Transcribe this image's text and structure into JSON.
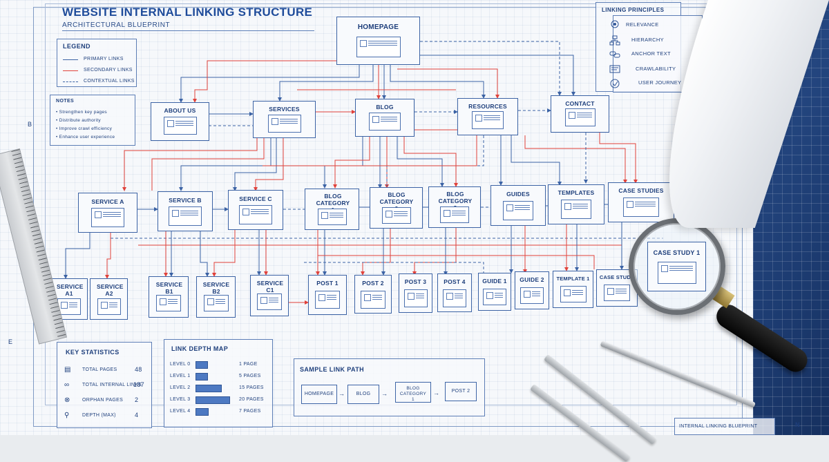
{
  "title": "WEBSITE INTERNAL LINKING STRUCTURE",
  "subtitle": "ARCHITECTURAL BLUEPRINT",
  "legend": {
    "title": "LEGEND",
    "items": [
      "PRIMARY LINKS",
      "SECONDARY LINKS",
      "CONTEXTUAL LINKS"
    ],
    "colors": {
      "primary": "#3b62a4",
      "secondary": "#e0413a",
      "contextual": "#3b62a4"
    }
  },
  "notes": {
    "title": "NOTES",
    "items": [
      "• Strengthen key pages",
      "• Distribute authority",
      "• Improve crawl efficiency",
      "• Enhance user experience"
    ]
  },
  "principles": {
    "title": "LINKING PRINCIPLES",
    "items": [
      {
        "icon": "target-icon",
        "label": "RELEVANCE"
      },
      {
        "icon": "hierarchy-icon",
        "label": "HIERARCHY"
      },
      {
        "icon": "link-icon",
        "label": "ANCHOR TEXT"
      },
      {
        "icon": "crawl-icon",
        "label": "CRAWLABILITY"
      },
      {
        "icon": "journey-icon",
        "label": "USER JOURNEY"
      }
    ]
  },
  "nodes": {
    "homepage": "HOMEPAGE",
    "about": "ABOUT US",
    "services": "SERVICES",
    "blog": "BLOG",
    "resources": "RESOURCES",
    "contact": "CONTACT",
    "service_a": "SERVICE A",
    "service_b": "SERVICE B",
    "service_c": "SERVICE C",
    "blog_cat1": "BLOG CATEGORY 1",
    "blog_cat2": "BLOG CATEGORY 2",
    "blog_cat3": "BLOG CATEGORY 3",
    "guides": "GUIDES",
    "templates": "TEMPLATES",
    "case_studies": "CASE STUDIES",
    "service_a1": "SERVICE A1",
    "service_a2": "SERVICE A2",
    "service_b1": "SERVICE B1",
    "service_b2": "SERVICE B2",
    "service_c1": "SERVICE C1",
    "post1": "POST 1",
    "post2": "POST 2",
    "post3": "POST 3",
    "post4": "POST 4",
    "guide1": "GUIDE 1",
    "guide2": "GUIDE 2",
    "template1": "TEMPLATE 1",
    "case_study": "CASE STUDY",
    "case_study1": "CASE STUDY 1"
  },
  "stats": {
    "title": "KEY STATISTICS",
    "rows": [
      {
        "label": "TOTAL PAGES",
        "value": "48"
      },
      {
        "label": "TOTAL INTERNAL LINKS",
        "value": "187"
      },
      {
        "label": "ORPHAN PAGES",
        "value": "2"
      },
      {
        "label": "DEPTH (MAX)",
        "value": "4"
      }
    ]
  },
  "depth": {
    "title": "LINK DEPTH MAP",
    "rows": [
      {
        "level": "LEVEL 0",
        "pages": "1 PAGE",
        "count": 1
      },
      {
        "level": "LEVEL 1",
        "pages": "5 PAGES",
        "count": 5
      },
      {
        "level": "LEVEL 2",
        "pages": "15 PAGES",
        "count": 15
      },
      {
        "level": "LEVEL 3",
        "pages": "20 PAGES",
        "count": 20
      },
      {
        "level": "LEVEL 4",
        "pages": "7 PAGES",
        "count": 7
      }
    ]
  },
  "path": {
    "title": "SAMPLE LINK PATH",
    "steps": [
      "HOMEPAGE",
      "BLOG",
      "BLOG CATEGORY 1",
      "POST 2"
    ]
  },
  "footer": {
    "label": "INTERNAL LINKING BLUEPRINT",
    "compass": "N"
  },
  "margin_marks": [
    "B",
    "E"
  ]
}
